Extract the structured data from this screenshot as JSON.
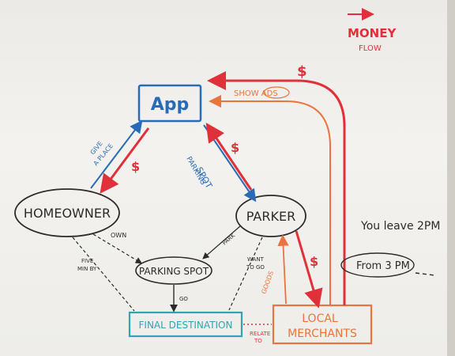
{
  "legend": {
    "arrow": "→",
    "line1": "MONEY",
    "line2": "FLOW"
  },
  "nodes": {
    "app": "App",
    "homeowner": "HOMEOWNER",
    "parker": "PARKER",
    "parking_spot": "PARKING SPOT",
    "final_destination": "FINAL DESTINATION",
    "local_merchants_line1": "LOCAL",
    "local_merchants_line2": "MERCHANTS"
  },
  "edge_labels": {
    "give_a_place_1": "GIVE",
    "give_a_place_2": "A PLACE",
    "parking_spot_1": "PARKING",
    "parking_spot_2": "SPOT",
    "show_ads": "SHOW ADS",
    "own": "OWN",
    "five_min_by_1": "FIVE",
    "five_min_by_2": "MIN BY",
    "park": "PARK",
    "want_to_go_1": "WANT",
    "want_to_go_2": "TO GO",
    "go": "GO",
    "goods": "GOODS",
    "relate_to_1": "RELATE",
    "relate_to_2": "TO"
  },
  "money_labels": {
    "app_homeowner": "$",
    "parker_app": "$",
    "merchants_app": "$",
    "parker_merchants": "$"
  },
  "notes": {
    "you_leave": "You leave 2PM",
    "from": "From 3 PM"
  },
  "colors": {
    "blue": "#2a6bb8",
    "red": "#e0303a",
    "orange": "#e9743e",
    "black": "#2b2b2b",
    "teal": "#2fa4b4"
  }
}
